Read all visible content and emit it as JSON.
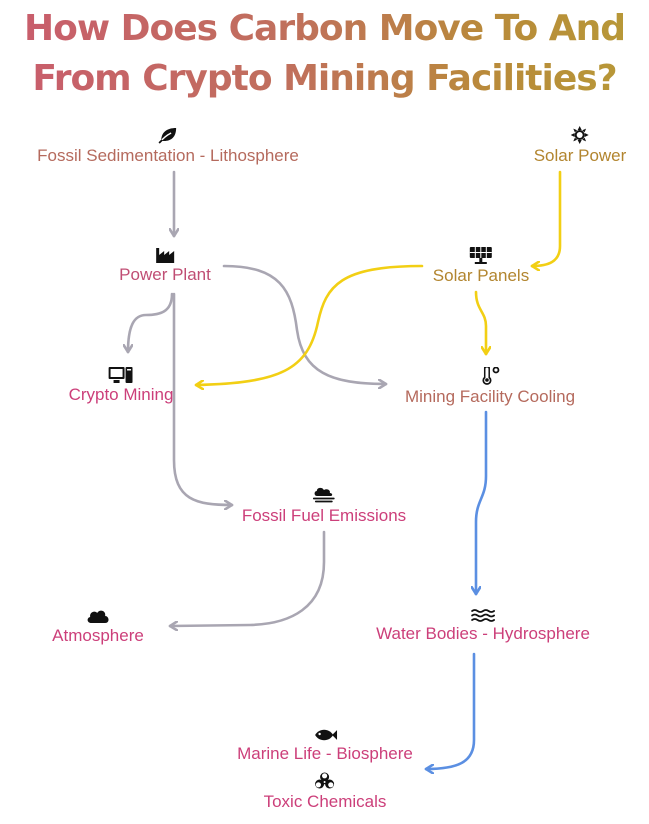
{
  "title": {
    "line1": "How Does Carbon Move To And",
    "line2": "From Crypto Mining Facilities?"
  },
  "colors": {
    "title_gradient_start": "#c95c6d",
    "title_gradient_end": "#b79a37",
    "fossil_arrow": "#a9a6b2",
    "solar_arrow": "#f2cf14",
    "water_arrow": "#5b8fe2",
    "label_brown": "#b56a5d",
    "label_gold": "#b2852f",
    "label_pink": "#cc3f7a"
  },
  "nodes": {
    "fossil_sedimentation": {
      "label": "Fossil Sedimentation - Lithosphere",
      "icon": "leaf-icon"
    },
    "solar_power": {
      "label": "Solar Power",
      "icon": "sun-icon"
    },
    "power_plant": {
      "label": "Power Plant",
      "icon": "factory-icon"
    },
    "solar_panels": {
      "label": "Solar Panels",
      "icon": "solar-panel-icon"
    },
    "crypto_mining": {
      "label": "Crypto Mining",
      "icon": "computer-icon"
    },
    "mining_facility_cooling": {
      "label": "Mining Facility Cooling",
      "icon": "temperature-icon"
    },
    "fossil_fuel_emissions": {
      "label": "Fossil Fuel Emissions",
      "icon": "smog-icon"
    },
    "atmosphere": {
      "label": "Atmosphere",
      "icon": "cloud-icon"
    },
    "water_bodies": {
      "label": "Water Bodies - Hydrosphere",
      "icon": "water-icon"
    },
    "marine_life": {
      "label": "Marine Life - Biosphere",
      "icon": "fish-icon"
    },
    "toxic_chemicals": {
      "label": "Toxic Chemicals",
      "icon": "biohazard-icon"
    }
  },
  "edges": [
    {
      "from": "Fossil Sedimentation - Lithosphere",
      "to": "Power Plant",
      "kind": "fossil"
    },
    {
      "from": "Solar Power",
      "to": "Solar Panels",
      "kind": "solar"
    },
    {
      "from": "Power Plant",
      "to": "Crypto Mining",
      "kind": "fossil"
    },
    {
      "from": "Power Plant",
      "to": "Mining Facility Cooling",
      "kind": "fossil"
    },
    {
      "from": "Power Plant",
      "to": "Fossil Fuel Emissions",
      "kind": "fossil"
    },
    {
      "from": "Solar Panels",
      "to": "Crypto Mining",
      "kind": "solar"
    },
    {
      "from": "Solar Panels",
      "to": "Mining Facility Cooling",
      "kind": "solar"
    },
    {
      "from": "Fossil Fuel Emissions",
      "to": "Atmosphere",
      "kind": "fossil"
    },
    {
      "from": "Mining Facility Cooling",
      "to": "Water Bodies - Hydrosphere",
      "kind": "water"
    },
    {
      "from": "Water Bodies - Hydrosphere",
      "to": "Marine Life - Biosphere",
      "kind": "water"
    }
  ]
}
